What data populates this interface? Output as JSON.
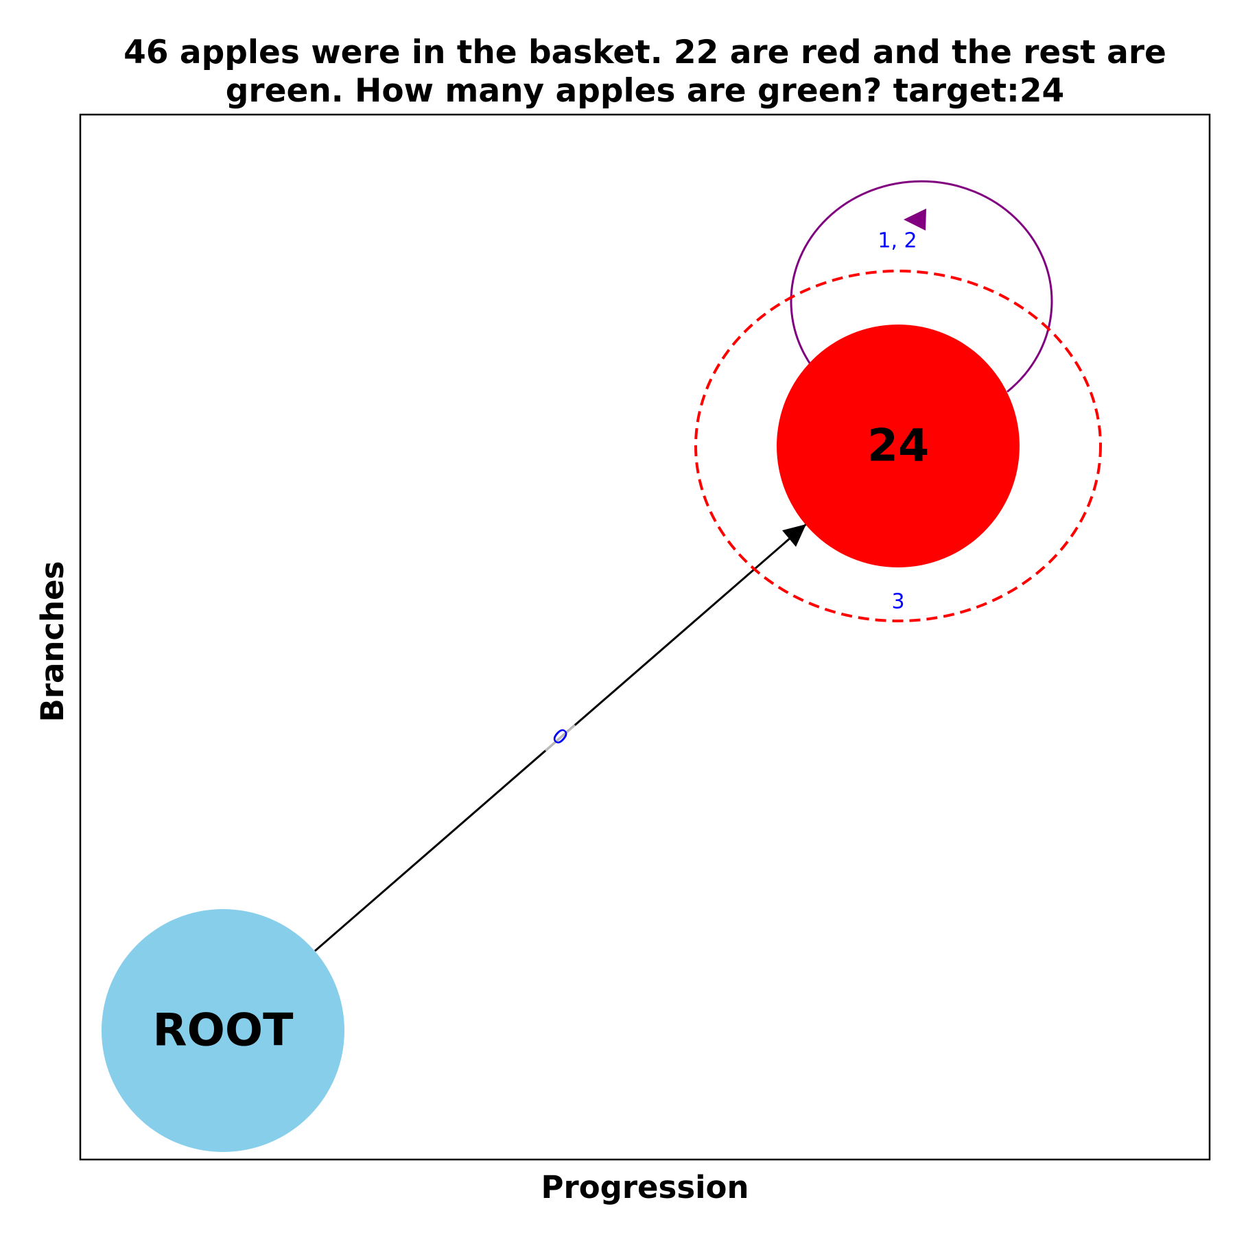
{
  "title": {
    "line1": "46 apples were in the basket. 22 are red and the rest are",
    "line2": "green. How many apples are green? target:24"
  },
  "axes": {
    "xlabel": "Progression",
    "ylabel": "Branches"
  },
  "nodes": {
    "root": {
      "label": "ROOT",
      "color": "#87CEEB"
    },
    "answer": {
      "label": "24",
      "color": "#FF0000",
      "highlight_ring_color": "#FF0000"
    }
  },
  "edges": {
    "root_to_answer": {
      "label": "0",
      "color": "#000000",
      "label_color": "#0000FF"
    },
    "self_loop": {
      "label": "1, 2",
      "color": "#800080",
      "label_color": "#0000FF"
    },
    "ring": {
      "label": "3",
      "label_color": "#0000FF"
    }
  },
  "colors": {
    "frame": "#000000",
    "background": "#FFFFFF"
  }
}
